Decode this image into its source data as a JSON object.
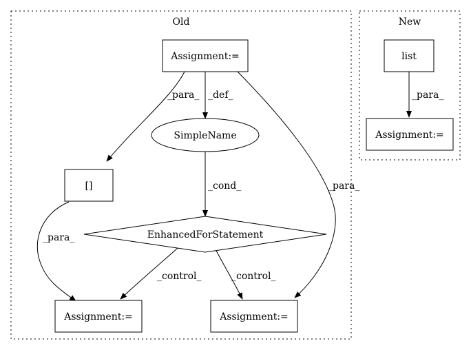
{
  "clusters": {
    "old": {
      "label": "Old"
    },
    "new": {
      "label": "New"
    }
  },
  "nodes": {
    "old_assign_top": {
      "label": "Assignment:="
    },
    "simple_name": {
      "label": "SimpleName"
    },
    "brackets": {
      "label": "[]"
    },
    "enhanced_for": {
      "label": "EnhancedForStatement"
    },
    "old_assign_left": {
      "label": "Assignment:="
    },
    "old_assign_right": {
      "label": "Assignment:="
    },
    "list": {
      "label": "list"
    },
    "new_assign": {
      "label": "Assignment:="
    }
  },
  "edges": {
    "top_to_brackets": {
      "label": "_para_"
    },
    "top_to_simplename": {
      "label": "_def_"
    },
    "top_to_right_assign": {
      "label": "_para_"
    },
    "simplename_to_for": {
      "label": "_cond_"
    },
    "brackets_to_left_assign": {
      "label": "_para_"
    },
    "for_to_left_assign": {
      "label": "_control_"
    },
    "for_to_right_assign": {
      "label": "_control_"
    },
    "list_to_new_assign": {
      "label": "_para_"
    }
  }
}
